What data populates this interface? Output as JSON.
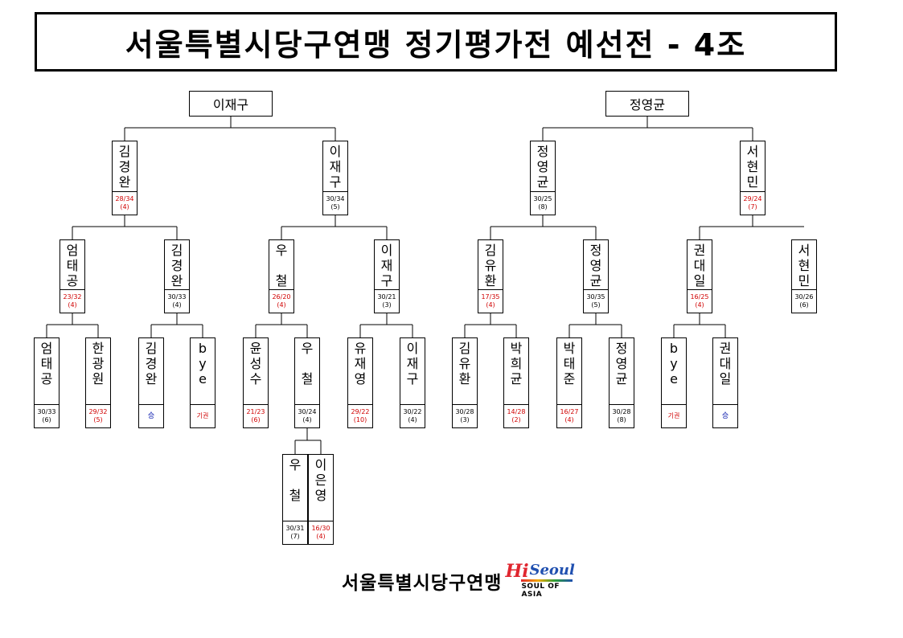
{
  "title": "서울특별시당구연맹 정기평가전 예선전 - 4조",
  "footer": {
    "org": "서울특별시당구연맹",
    "logo_hi": "Hi",
    "logo_seoul": "Seoul",
    "logo_sub": "SOUL OF ASIA"
  },
  "colors": {
    "red": "#d00000",
    "blue": "#1020b0"
  },
  "bracket": {
    "left_winner": "이재구",
    "right_winner": "정영균",
    "semifinal": [
      {
        "name": "김경완",
        "score": "28/34",
        "inning": "(4)",
        "color": "red"
      },
      {
        "name": "이재구",
        "score": "30/34",
        "inning": "(5)",
        "color": "black"
      },
      {
        "name": "정영균",
        "score": "30/25",
        "inning": "(8)",
        "color": "black"
      },
      {
        "name": "서현민",
        "score": "29/24",
        "inning": "(7)",
        "color": "red"
      }
    ],
    "quarterfinal": [
      {
        "name": "엄태공",
        "score": "23/32",
        "inning": "(4)",
        "color": "red"
      },
      {
        "name": "김경완",
        "score": "30/33",
        "inning": "(4)",
        "color": "black"
      },
      {
        "name": "우 철",
        "score": "26/20",
        "inning": "(4)",
        "color": "red"
      },
      {
        "name": "이재구",
        "score": "30/21",
        "inning": "(3)",
        "color": "black"
      },
      {
        "name": "김유환",
        "score": "17/35",
        "inning": "(4)",
        "color": "red"
      },
      {
        "name": "정영균",
        "score": "30/35",
        "inning": "(5)",
        "color": "black"
      },
      {
        "name": "권대일",
        "score": "16/25",
        "inning": "(4)",
        "color": "red"
      },
      {
        "name": "서현민",
        "score": "30/26",
        "inning": "(6)",
        "color": "black"
      }
    ],
    "first_round": [
      {
        "name": "엄태공",
        "score": "30/33",
        "inning": "(6)",
        "color": "black"
      },
      {
        "name": "한광원",
        "score": "29/32",
        "inning": "(5)",
        "color": "red"
      },
      {
        "name": "김경완",
        "score": "승",
        "inning": "",
        "color": "blue"
      },
      {
        "name": "bye",
        "score": "기권",
        "inning": "",
        "color": "red"
      },
      {
        "name": "윤성수",
        "score": "21/23",
        "inning": "(6)",
        "color": "red"
      },
      {
        "name": "우 철",
        "score": "30/24",
        "inning": "(4)",
        "color": "black"
      },
      {
        "name": "유재영",
        "score": "29/22",
        "inning": "(10)",
        "color": "red"
      },
      {
        "name": "이재구",
        "score": "30/22",
        "inning": "(4)",
        "color": "black"
      },
      {
        "name": "김유환",
        "score": "30/28",
        "inning": "(3)",
        "color": "black"
      },
      {
        "name": "박희균",
        "score": "14/28",
        "inning": "(2)",
        "color": "red"
      },
      {
        "name": "박태준",
        "score": "16/27",
        "inning": "(4)",
        "color": "red"
      },
      {
        "name": "정영균",
        "score": "30/28",
        "inning": "(8)",
        "color": "black"
      },
      {
        "name": "bye",
        "score": "기권",
        "inning": "",
        "color": "red"
      },
      {
        "name": "권대일",
        "score": "승",
        "inning": "",
        "color": "blue"
      }
    ],
    "preliminary": [
      {
        "name": "우 철",
        "score": "30/31",
        "inning": "(7)",
        "color": "black"
      },
      {
        "name": "이은영",
        "score": "16/30",
        "inning": "(4)",
        "color": "red"
      }
    ]
  }
}
